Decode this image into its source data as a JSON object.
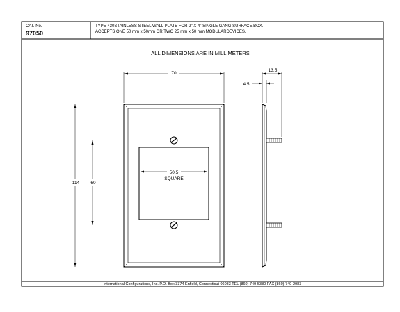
{
  "title_block": {
    "cat_label": "CAT. No.",
    "cat_number": "97050",
    "description_line1": "TYPE 430STAINLESS STEEL WALL PLATE FOR 2\" X 4\" SINGLE GANG SURFACE BOX.",
    "description_line2": "ACCEPTS ONE 50 mm x 50mm OR TWO 25 mm x 50 mm MODULARDEVICES."
  },
  "drawing": {
    "heading": "ALL DIMENSIONS ARE IN MILLIMETERS",
    "dims": {
      "plate_width": "70",
      "plate_height": "114",
      "screw_spacing": "60",
      "opening_size": "50.5",
      "opening_label": "SQUARE",
      "side_depth": "13.5",
      "side_thickness": "4.5"
    }
  },
  "footer": {
    "company_line": "International Configurations, Inc.  P.O. Box 3374  Enfield, Connecticut 06083 TEL (860) 749-5380  FAX (860) 749-2983"
  }
}
